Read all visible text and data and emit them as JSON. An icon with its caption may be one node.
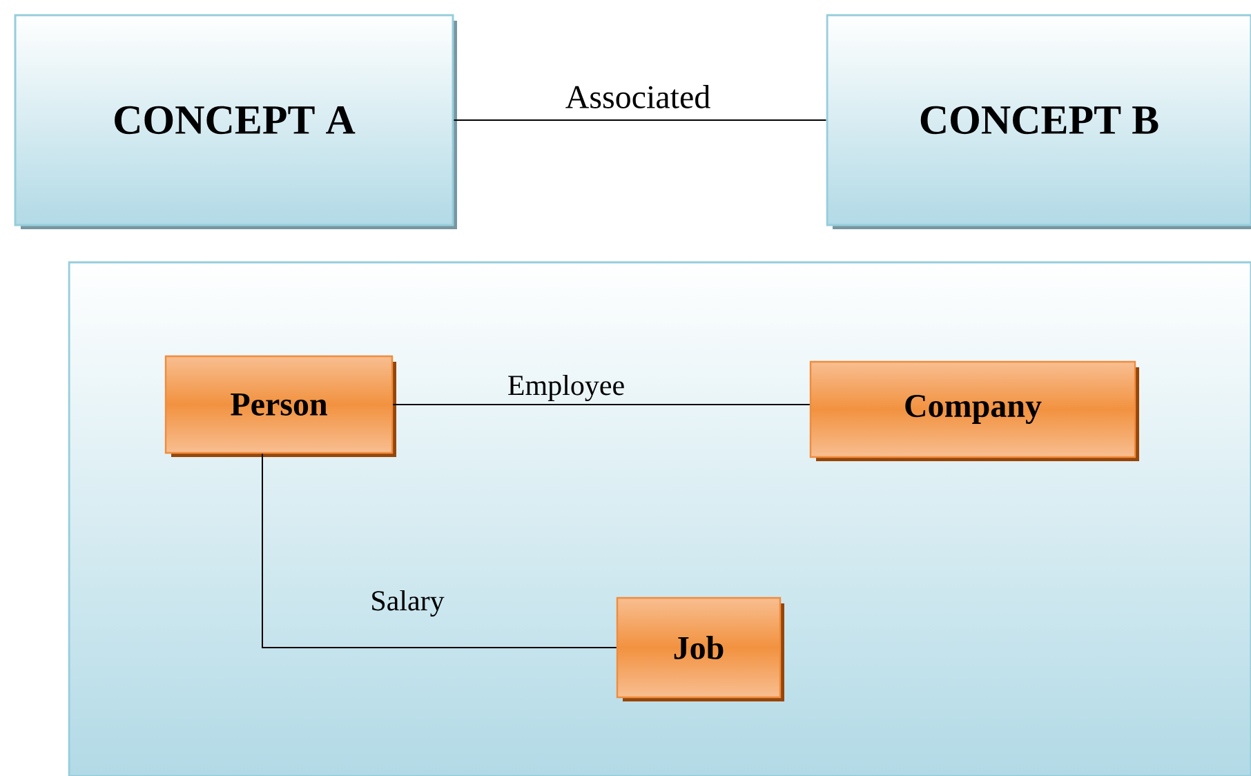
{
  "diagram": {
    "nodes": [
      {
        "text": [
          "CONCEPT A"
        ]
      },
      {
        "text": [
          "CONCEPT B"
        ]
      },
      {
        "text": [],
        "shape": "box"
      },
      {
        "text": [
          "Person"
        ],
        "in": 2
      },
      {
        "text": [
          "Company"
        ],
        "in": 2
      },
      {
        "text": [
          "Job"
        ],
        "in": 2
      }
    ],
    "edges": [
      {
        "from": 0,
        "to": 1,
        "arrow": "none",
        "label": "Associated"
      },
      {
        "from": 3,
        "to": 4,
        "arrow": "none",
        "label": "Employee"
      },
      {
        "from": 3,
        "to": 5,
        "arrow": "none",
        "label": "Salary"
      }
    ]
  }
}
